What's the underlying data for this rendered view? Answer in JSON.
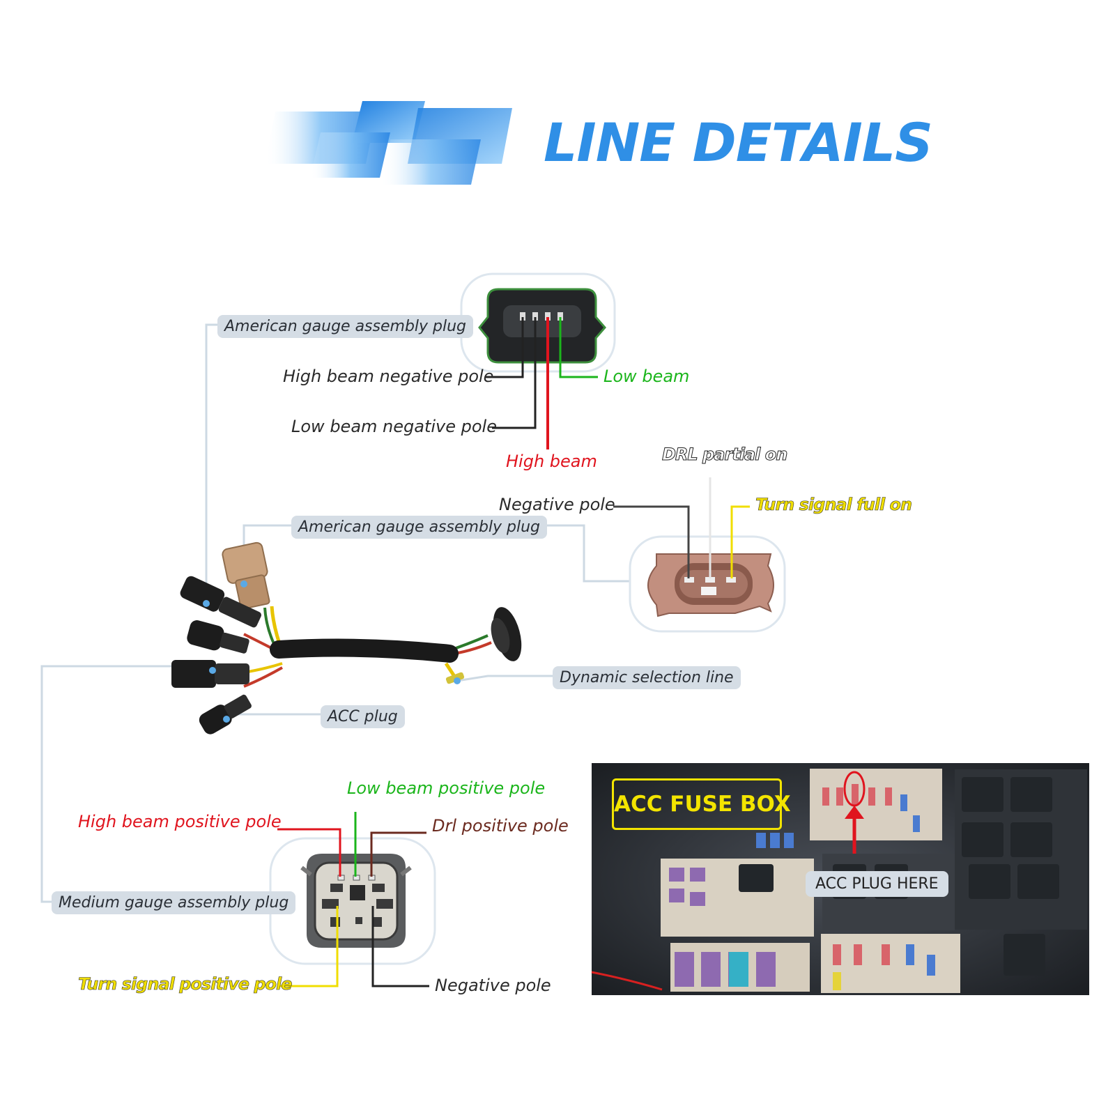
{
  "title": "LINE DETAILS",
  "tags": {
    "american_top": "American gauge assembly plug",
    "american_mid": "American gauge assembly plug",
    "dynamic": "Dynamic selection line",
    "acc": "ACC plug",
    "medium": "Medium gauge assembly plug"
  },
  "top_plug": {
    "high_beam_negative": "High beam negative pole",
    "low_beam_negative": "Low beam negative pole",
    "high_beam": "High beam",
    "low_beam": "Low beam"
  },
  "mid_plug": {
    "drl_partial": "DRL partial on",
    "negative": "Negative pole",
    "turn_full": "Turn signal  full on"
  },
  "bottom_plug": {
    "low_beam_positive": "Low beam positive pole",
    "high_beam_positive": "High beam positive pole",
    "drl_positive": "Drl positive pole",
    "turn_positive": "Turn signal positive pole",
    "negative": "Negative pole"
  },
  "photo": {
    "title": "ACC FUSE BOX",
    "plug_here": "ACC PLUG HERE"
  },
  "colors": {
    "accent": "#2f8fe6",
    "red": "#e0141e",
    "green": "#1bb51b",
    "yellow": "#f0de00",
    "brown": "#6b2a1f"
  }
}
